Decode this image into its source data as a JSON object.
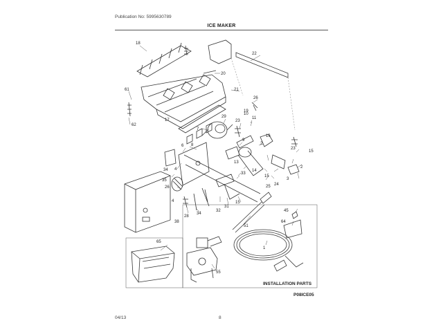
{
  "header": {
    "publication": "Publication No: 5995630789",
    "title": "ICE MAKER"
  },
  "footer": {
    "date": "04/13",
    "page": "8"
  },
  "diagram": {
    "code": "P08ICE05",
    "installation_label": "INSTALLATION PARTS",
    "callouts": [
      "18",
      "17",
      "22",
      "20",
      "21",
      "61",
      "62",
      "26",
      "7",
      "29",
      "23",
      "10",
      "11",
      "19",
      "8",
      "6",
      "4",
      "9",
      "2",
      "13",
      "16",
      "23",
      "15",
      "2",
      "3",
      "34",
      "35",
      "26",
      "14",
      "15",
      "4",
      "24",
      "25",
      "33",
      "32",
      "31",
      "15",
      "28",
      "34",
      "38",
      "45",
      "64",
      "51",
      "1",
      "65",
      "55"
    ]
  }
}
